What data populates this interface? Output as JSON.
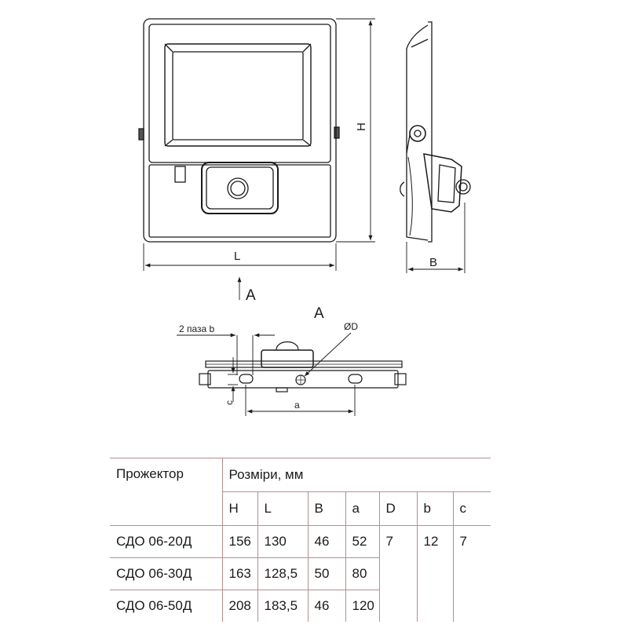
{
  "drawing": {
    "labels": {
      "height": "H",
      "length": "L",
      "depth": "B",
      "view_arrow": "A",
      "view_title": "A",
      "slots": "2 паза b",
      "diameter": "ØD",
      "slot_distance": "a",
      "slot_offset": "c"
    }
  },
  "table": {
    "header_product": "Прожектор",
    "header_dims": "Розміри, мм",
    "columns": [
      "H",
      "L",
      "B",
      "a",
      "D",
      "b",
      "c"
    ],
    "rows": [
      {
        "name": "СДО 06-20Д",
        "H": "156",
        "L": "130",
        "B": "46",
        "a": "52"
      },
      {
        "name": "СДО 06-30Д",
        "H": "163",
        "L": "128,5",
        "B": "50",
        "a": "80"
      },
      {
        "name": "СДО 06-50Д",
        "H": "208",
        "L": "183,5",
        "B": "46",
        "a": "120"
      }
    ],
    "shared": {
      "D": "7",
      "b": "12",
      "c": "7"
    }
  }
}
